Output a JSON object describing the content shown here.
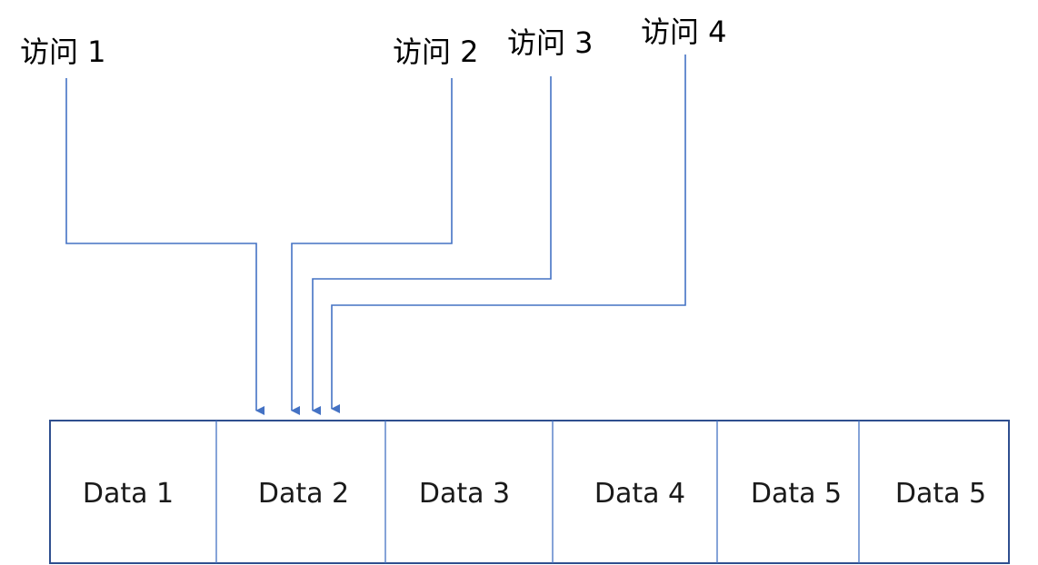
{
  "colors": {
    "line": "#4472C4",
    "frame": "#2F4F8F",
    "divider": "#4472C4",
    "text": "#000000"
  },
  "accesses": [
    {
      "label": "访问 1",
      "target_cell": 1
    },
    {
      "label": "访问 2",
      "target_cell": 1
    },
    {
      "label": "访问 3",
      "target_cell": 1
    },
    {
      "label": "访问 4",
      "target_cell": 1
    }
  ],
  "cells": [
    {
      "label": "Data 1"
    },
    {
      "label": "Data 2"
    },
    {
      "label": "Data 3"
    },
    {
      "label": "Data 4"
    },
    {
      "label": "Data 5"
    },
    {
      "label": "Data 5"
    }
  ]
}
